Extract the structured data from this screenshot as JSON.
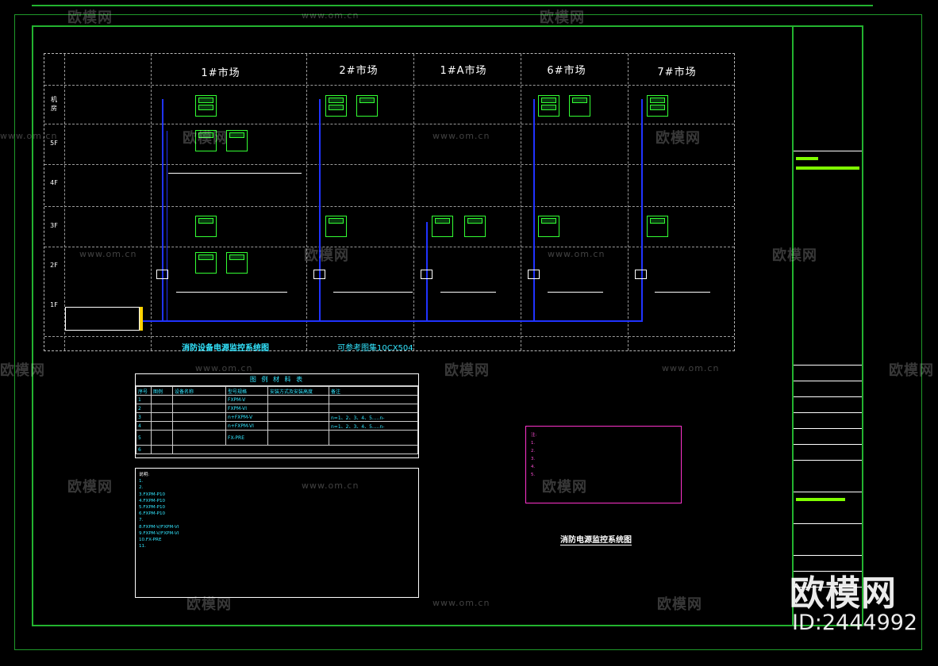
{
  "columns": [
    {
      "title": "1#市场"
    },
    {
      "title": "2#市场"
    },
    {
      "title": "1#A市场"
    },
    {
      "title": "6#市场"
    },
    {
      "title": "7#市场"
    }
  ],
  "floors": [
    "机房",
    "5F",
    "4F",
    "3F",
    "2F",
    "1F"
  ],
  "diagram_titles": {
    "main": "消防设备电源监控系统图",
    "reference": "可参考图集10CX504",
    "secondary": "消防电源监控系统图"
  },
  "legend": {
    "title": "图 例 材 料 表",
    "headers": [
      "序号",
      "图例",
      "设备名称",
      "型号规格",
      "安装方式及安装高度",
      "备注"
    ],
    "rows": [
      [
        "1",
        "",
        "",
        "FXPM-V",
        "",
        ""
      ],
      [
        "2",
        "",
        "",
        "FXPM-VI",
        "",
        ""
      ],
      [
        "3",
        "",
        "",
        "n+FXPM-V",
        "",
        "n=1、2、3、4、5.....n-"
      ],
      [
        "4",
        "",
        "",
        "n+FXPM-VI",
        "",
        "n=1、2、3、4、5.....n-"
      ],
      [
        "5",
        "",
        "",
        "FX-PRE",
        "",
        ""
      ],
      [
        "6",
        "",
        "",
        "",
        "",
        ""
      ]
    ]
  },
  "notes": {
    "heading": "说明:",
    "lines": [
      "1.",
      "2.",
      "3.FXPM-P10",
      "4.FXPM-P10",
      "5.FXPM-P10",
      "6.FXPM-P10",
      "7.",
      "8.FXPM-V/FXPM-VI",
      "9.FXPM-V/FXPM-VI",
      "10.FX-PRE",
      "11."
    ]
  },
  "magenta_box": {
    "heading": "注:",
    "lines": [
      "1.",
      "2.",
      "3.",
      "4.",
      "5."
    ]
  },
  "watermark": {
    "brand": "欧模网",
    "url": "www.om.cn",
    "id": "ID:2444992"
  },
  "colors": {
    "frame": "#23b32f",
    "bus": "#2033ff",
    "device_border": "#33ff33",
    "text_cyan": "#33e6ff",
    "magenta": "#ff4fd8",
    "title_bar": "#7fff00"
  }
}
